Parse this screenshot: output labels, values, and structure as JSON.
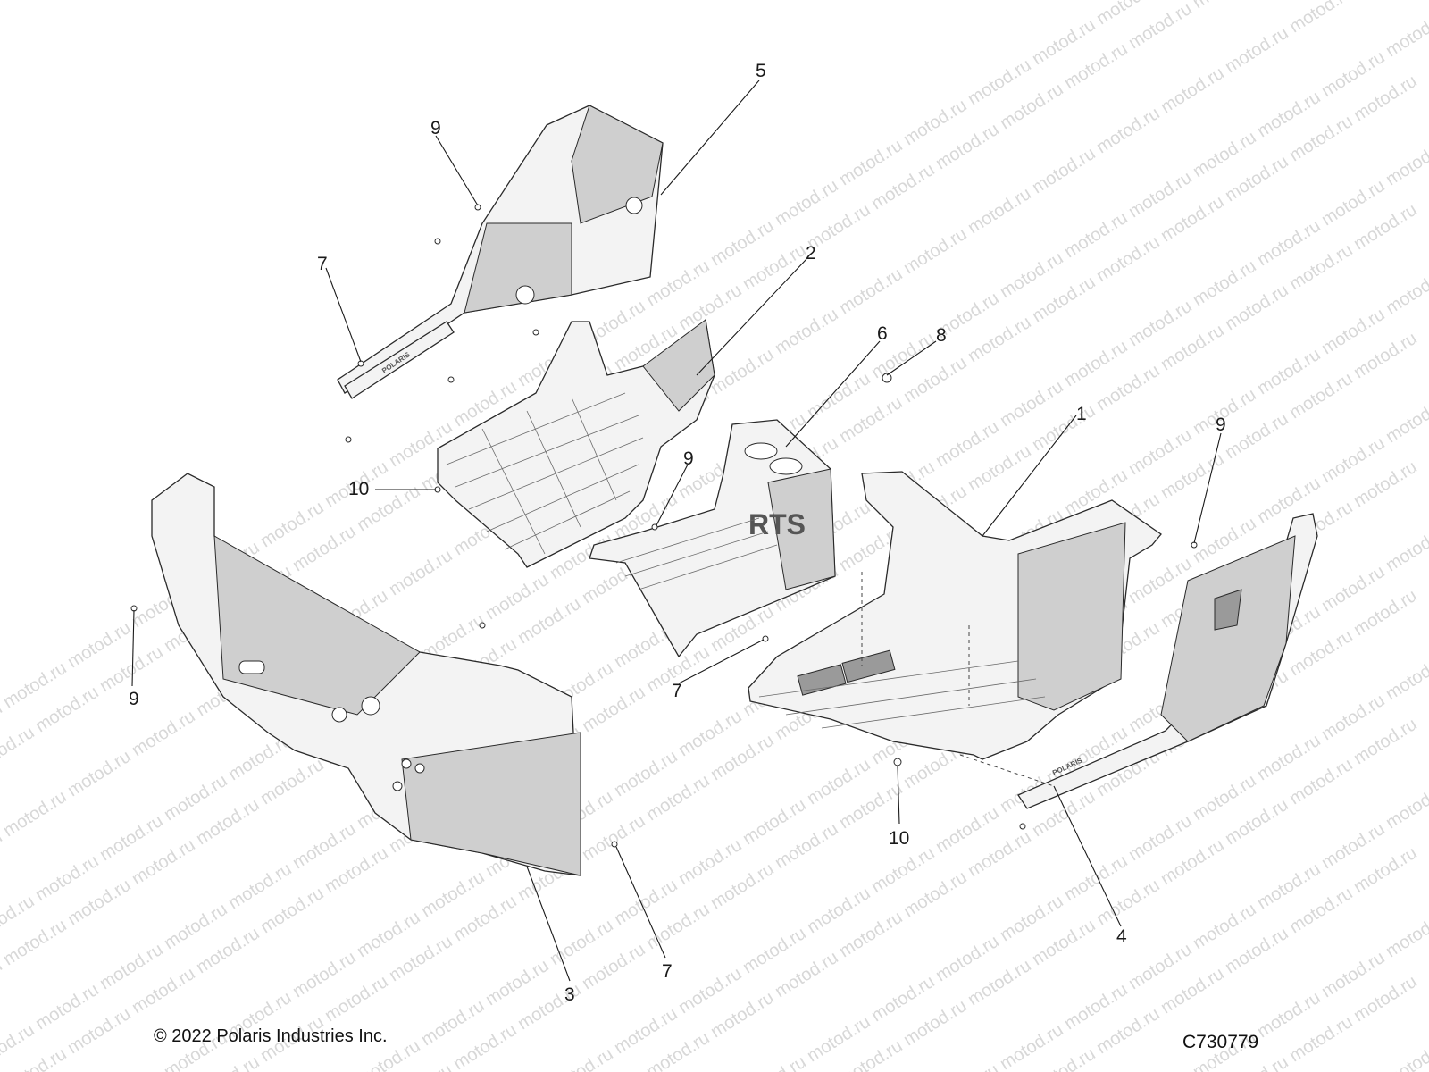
{
  "watermark": {
    "text": "motod.ru"
  },
  "callouts": [
    "5",
    "9",
    "7",
    "2",
    "6",
    "8",
    "1",
    "9",
    "10",
    "9",
    "9",
    "7",
    "10",
    "4",
    "3",
    "7"
  ],
  "brand_mark": "POLARIS",
  "faded_mark": "RTS",
  "copyright": "© 2022 Polaris Industries Inc.",
  "diagram_code": "C730779"
}
